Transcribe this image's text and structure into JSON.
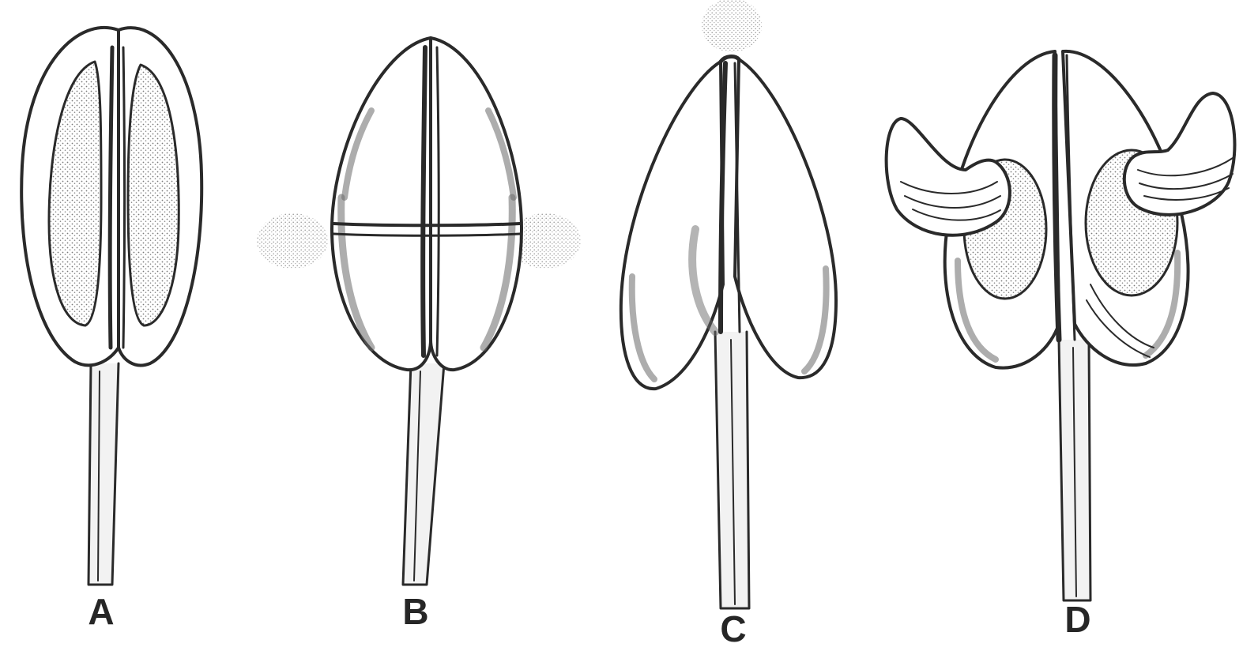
{
  "figure": {
    "panels": [
      {
        "label": "A"
      },
      {
        "label": "B"
      },
      {
        "label": "C"
      },
      {
        "label": "D"
      }
    ],
    "colors": {
      "ink": "#2a2a2a",
      "pollen": "#9a9a9a",
      "background": "#ffffff"
    }
  }
}
